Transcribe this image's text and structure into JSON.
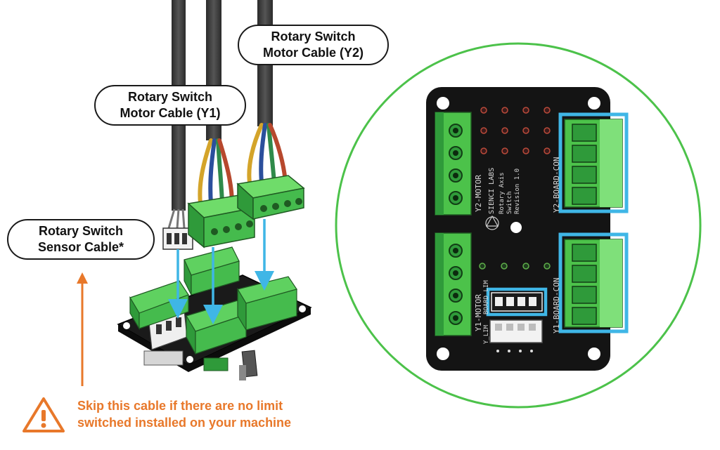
{
  "colors": {
    "accent_orange": "#e8782a",
    "highlight_blue": "#3fb6e6",
    "circle_green": "#4cc24a",
    "connector_green": "#3fb84c",
    "board_black": "#141414"
  },
  "callouts": {
    "motor_y2": {
      "line1": "Rotary Switch",
      "line2": "Motor Cable (Y2)"
    },
    "motor_y1": {
      "line1": "Rotary Switch",
      "line2": "Motor Cable (Y1)"
    },
    "sensor": {
      "line1": "Rotary Switch",
      "line2": "Sensor Cable*"
    }
  },
  "warning": {
    "icon": "warning-triangle-icon",
    "line1": "Skip this cable if there are no limit",
    "line2": "switched installed on your machine"
  },
  "board": {
    "brand": "SIENCI LABS",
    "title1": "Rotary Axis",
    "title2": "Switch",
    "revision": "Revision 1.0",
    "label_y2_motor": "Y2-MOTOR",
    "label_y1_motor": "Y1-MOTOR",
    "label_y2_board": "Y2-BOARD-CON",
    "label_y1_board": "Y1-BOARD-CON",
    "label_board_lim": "BOARD_LIM",
    "label_y_lim": "Y_LIM"
  }
}
